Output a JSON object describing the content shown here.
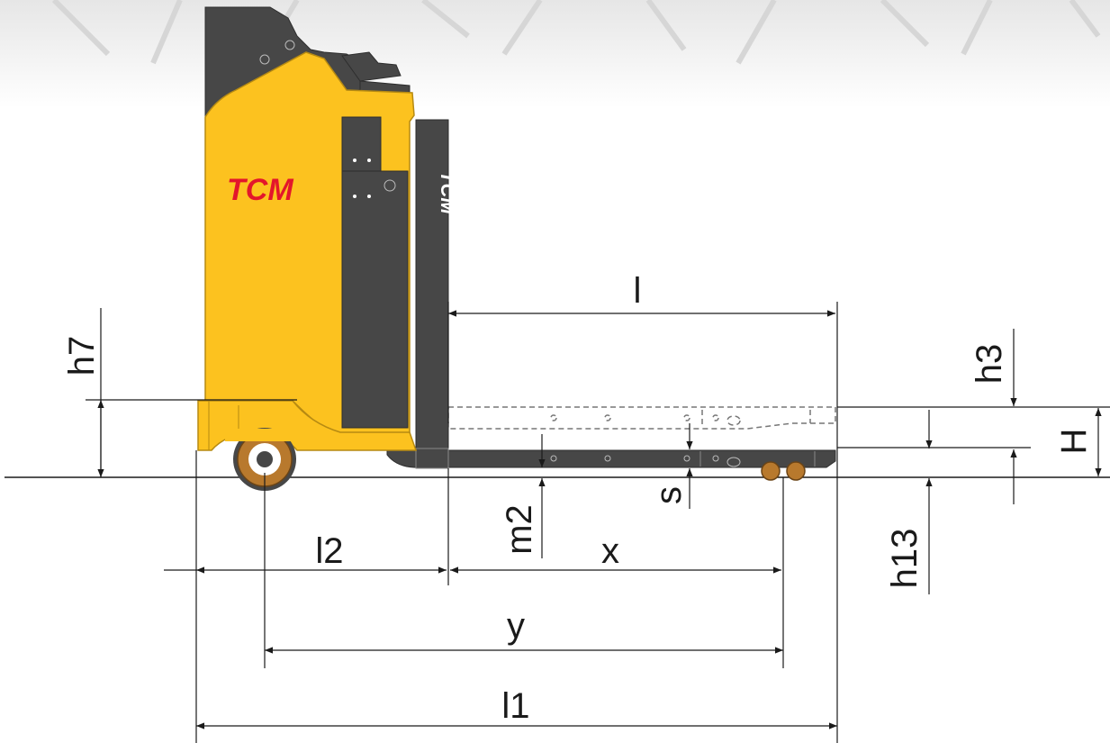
{
  "brand": {
    "logo_text": "TCM",
    "logo_color": "#e3162b",
    "mast_logo_color": "#ffffff"
  },
  "colors": {
    "body_yellow": "#fcc21f",
    "chassis_dark": "#474747",
    "wheel_bronze": "#b8792d",
    "line": "#1a1a1a"
  },
  "dimensions": {
    "l": "l",
    "h7": "h7",
    "h3": "h3",
    "H": "H",
    "h13": "h13",
    "m2": "m2",
    "s": "s",
    "l2": "l2",
    "x": "x",
    "y": "y",
    "l1": "l1"
  }
}
